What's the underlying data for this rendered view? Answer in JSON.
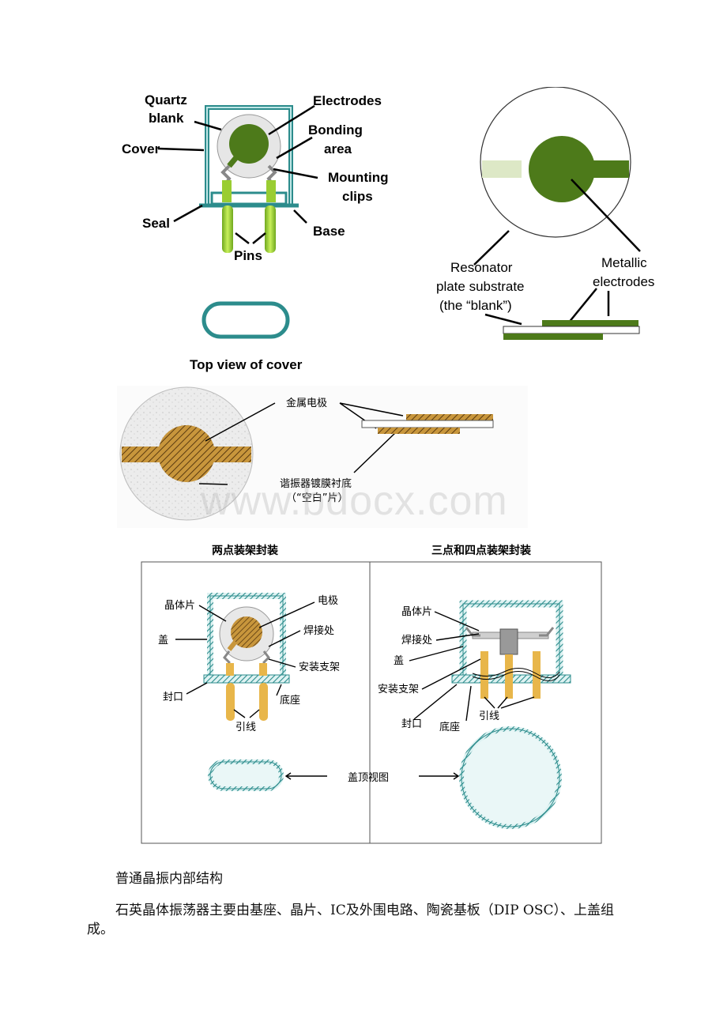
{
  "figure_top_left": {
    "labels": {
      "quartz_blank": [
        "Quartz",
        "blank"
      ],
      "electrodes": "Electrodes",
      "bonding_area": [
        "Bonding",
        "area"
      ],
      "cover": "Cover",
      "mounting_clips": [
        "Mounting",
        "clips"
      ],
      "seal": "Seal",
      "base": "Base",
      "pins": "Pins"
    },
    "caption": "Top view of cover"
  },
  "figure_top_right": {
    "labels": {
      "substrate": [
        "Resonator",
        "plate substrate",
        "(the “blank”)"
      ],
      "electrodes": [
        "Metallic",
        "electrodes"
      ]
    }
  },
  "figure_middle": {
    "labels": {
      "metal_electrode": "金属电极",
      "substrate": [
        "谐振器镀膜衬底",
        "（“空白”片）"
      ]
    },
    "watermark": "www.bdocx.com"
  },
  "figure_bottom": {
    "left_title": "两点装架封装",
    "right_title": "三点和四点装架封装",
    "left_labels": {
      "crystal": "晶体片",
      "electrode": "电极",
      "weld": "焊接处",
      "cover": "盖",
      "mount": "安装支架",
      "seal": "封口",
      "base": "底座",
      "pins": "引线"
    },
    "right_labels": {
      "crystal": "晶体片",
      "weld": "焊接处",
      "cover": "盖",
      "mount": "安装支架",
      "seal": "封口",
      "base": "底座",
      "pins": "引线"
    },
    "top_view": "盖顶视图"
  },
  "text": {
    "heading": "普通晶振内部结构",
    "paragraph": "石英晶体振荡器主要由基座、晶片、IC及外围电路、陶瓷基板（DIP OSC）、上盖组成。"
  },
  "colors": {
    "teal": "#2c8c8c",
    "green": "#4d7a1a",
    "pin_green": "#9acd32",
    "gold": "#c8963c"
  }
}
